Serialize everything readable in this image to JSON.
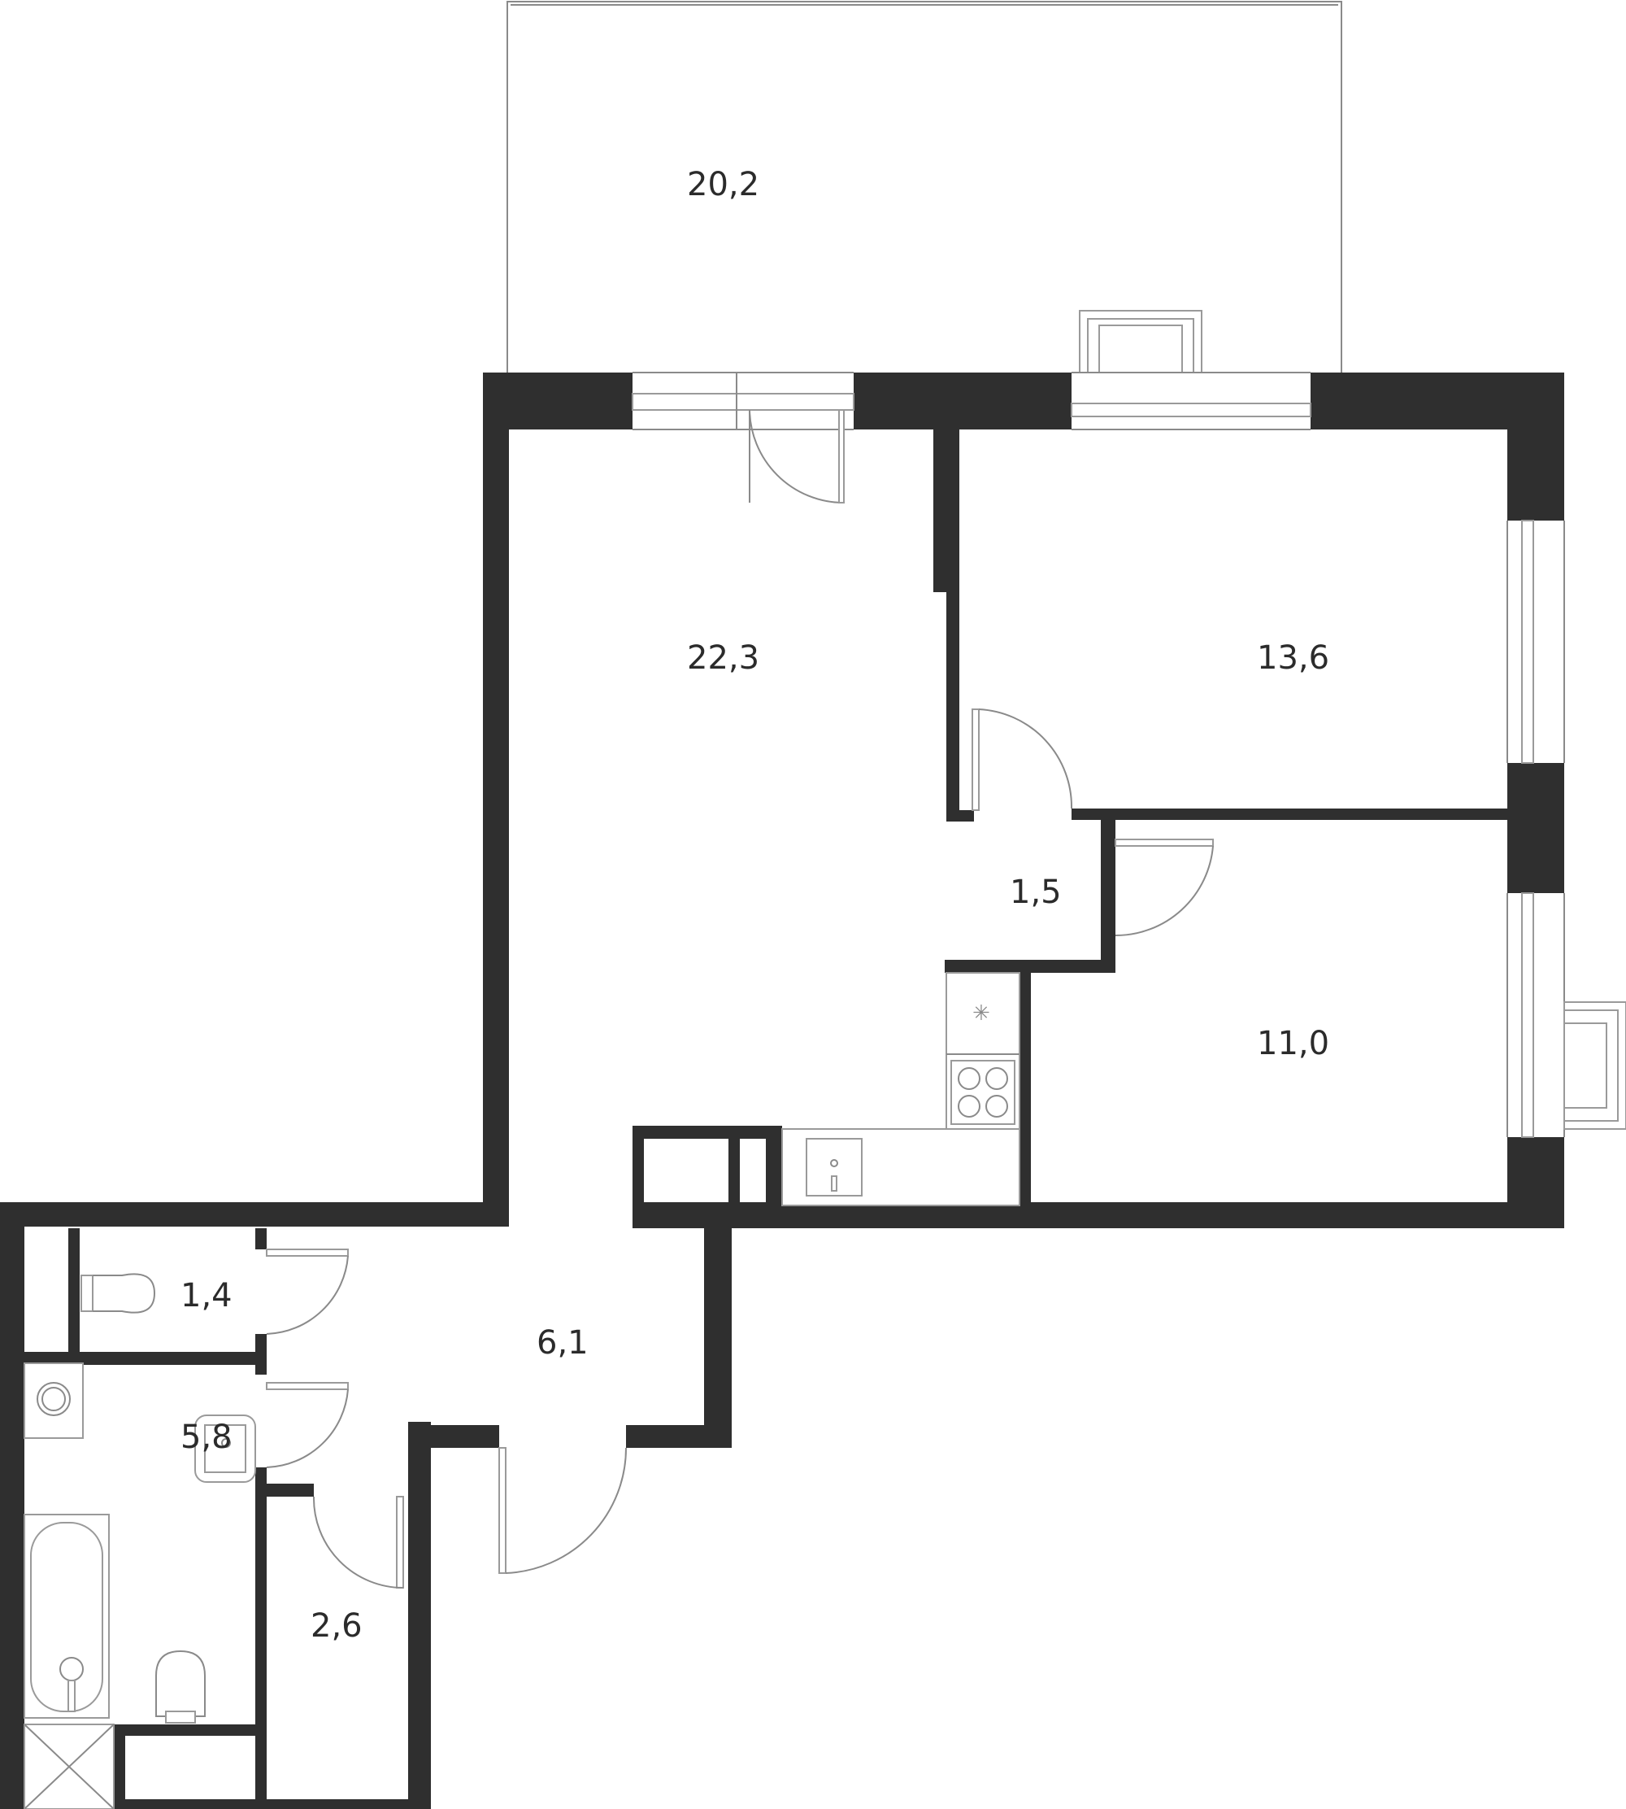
{
  "plan": {
    "colors": {
      "wall": "#2f2f2f",
      "line": "#8a8a8a",
      "text": "#2b2b2b",
      "background": "#ffffff"
    },
    "rooms": [
      {
        "id": "balcony",
        "area": "20,2"
      },
      {
        "id": "living-room",
        "area": "22,3"
      },
      {
        "id": "bedroom-1",
        "area": "13,6"
      },
      {
        "id": "corridor",
        "area": "1,5"
      },
      {
        "id": "bedroom-2",
        "area": "11,0"
      },
      {
        "id": "toilet",
        "area": "1,4"
      },
      {
        "id": "hall",
        "area": "6,1"
      },
      {
        "id": "bathroom",
        "area": "5,8"
      },
      {
        "id": "storage",
        "area": "2,6"
      }
    ]
  }
}
